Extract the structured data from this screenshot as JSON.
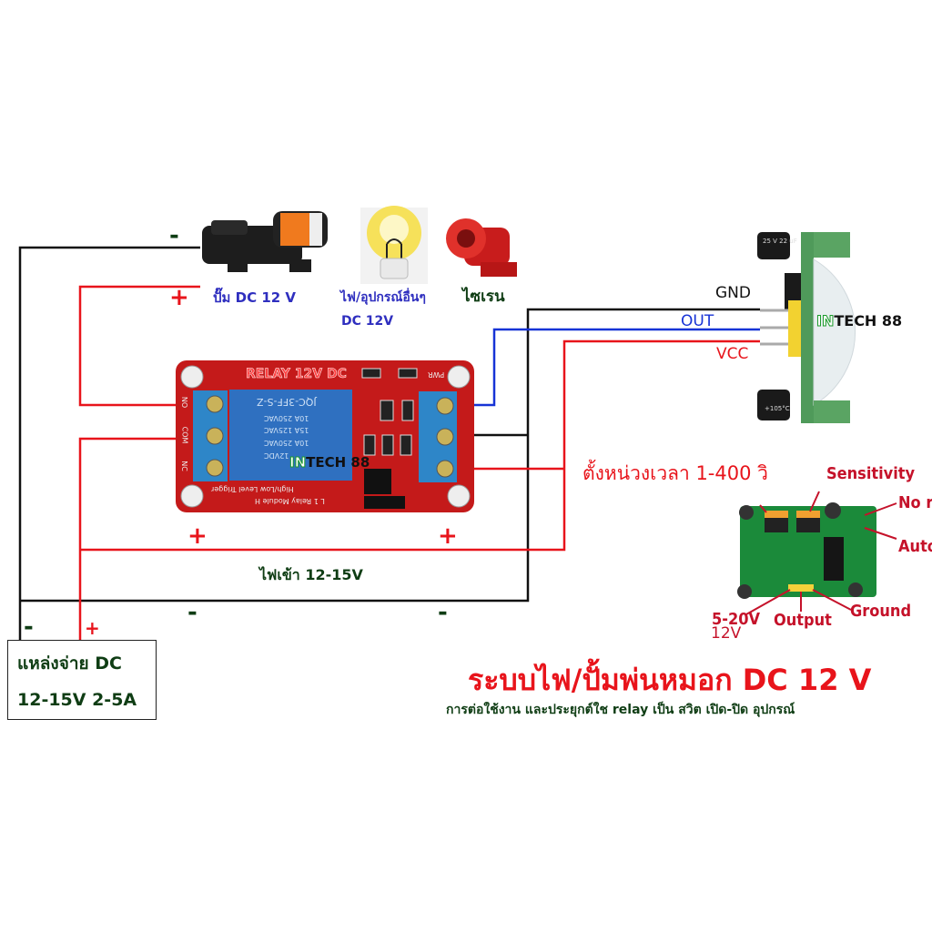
{
  "colors": {
    "wire_black": "#111111",
    "wire_red": "#e8141b",
    "wire_blue": "#1733d6",
    "relay_board": "#c41a1a",
    "terminal": "#2e86c8",
    "text_green": "#0f3d14",
    "text_red": "#e8141b",
    "text_blue": "#2f2fbf"
  },
  "loads": {
    "pump_minus": "-",
    "pump_plus": "+",
    "pump_label": "ปั๊ม DC 12 V",
    "lamp_label": "ไฟ/อุปกรณ์อื่นๆ",
    "lamp_voltage": "DC 12V",
    "siren_label": "ไซเรน"
  },
  "relay": {
    "title": "RELAY 12V DC",
    "model": "JQC-3FF-S-Z",
    "ratings": [
      "10A 250VAC",
      "15A 125VAC",
      "10A 250VAC",
      "12VDC"
    ],
    "pins_left": [
      "NO",
      "COM",
      "NC"
    ],
    "pwr": "PWR",
    "trigger": "High/Low Level Trigger",
    "module": "L 1 Relay Module H",
    "watermark_in": "IN",
    "watermark_rest": "TECH 88"
  },
  "pir": {
    "gnd": "GND",
    "out": "OUT",
    "vcc": "VCC",
    "watermark_in": "IN",
    "watermark_rest": "TECH 88",
    "cap_top": "25 V 22 uF",
    "cap_bottom": "+105°C",
    "sensitivity": "Sensitivity",
    "no_retrigger": "No re",
    "auto": "Auto",
    "supply": "5-20V",
    "supply_note": "12V",
    "output": "Output",
    "ground": "Ground"
  },
  "delay_label": "ตั้งหน่วงเวลา 1-400 วิ",
  "bus": {
    "plus_left": "+",
    "plus_right": "+",
    "input_label": "ไฟเข้า 12-15V",
    "minus_left": "-",
    "minus_right": "-"
  },
  "supply": {
    "minus": "-",
    "plus": "+",
    "line1": "แหล่งจ่าย DC",
    "line2": "12-15V 2-5A"
  },
  "title": "ระบบไฟ/ปั้มพ่นหมอก DC 12 V",
  "subtitle": "การต่อใช้งาน และประยุกต์ใช relay เป็น สวิต เปิด-ปิด อุปกรณ์"
}
